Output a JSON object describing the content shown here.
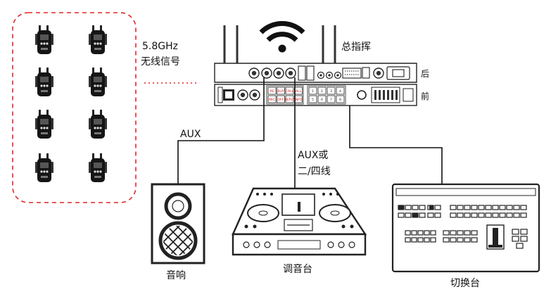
{
  "wireless": {
    "freq_label": "5.8GHz",
    "signal_label": "无线信号",
    "beltpack_count": 8
  },
  "labels": {
    "master": "总指挥",
    "rear": "后",
    "front": "前",
    "aux": "AUX",
    "aux_or": "AUX或",
    "two_four_wire": "二/四线",
    "speaker": "音响",
    "mixer": "调音台",
    "switcher": "切换台"
  },
  "front_panel": {
    "buttons_left": [
      "RE",
      "BUY",
      "CALL",
      "ALL",
      "MIC",
      "OFF",
      "REPLY",
      "INFO"
    ],
    "keypad": [
      "1",
      "2",
      "3",
      "4",
      "5",
      "6",
      "7",
      "8"
    ]
  },
  "colors": {
    "dashed_border": "#e0262b",
    "button_text_red": "#d11",
    "line": "#111111"
  }
}
